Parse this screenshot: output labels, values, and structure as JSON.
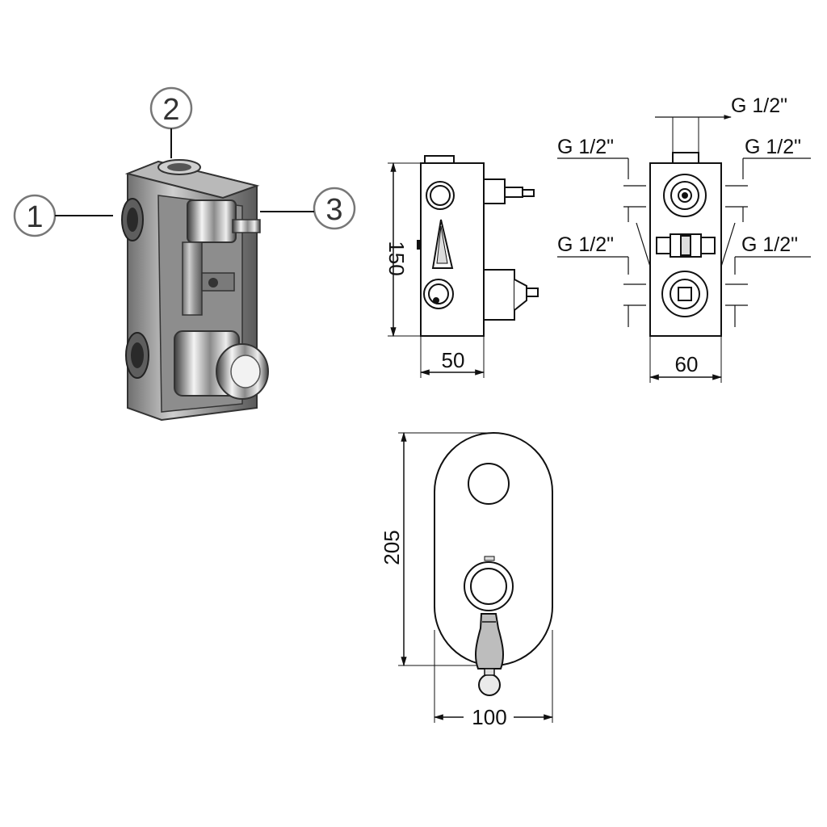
{
  "callouts": {
    "port_1": "1",
    "port_2": "2",
    "port_3": "3"
  },
  "side_view": {
    "height_label": "150",
    "depth_label": "50"
  },
  "rear_view": {
    "width_label": "60",
    "thread_top": "G 1/2\"",
    "thread_upper_left": "G 1/2\"",
    "thread_upper_right": "G 1/2\"",
    "thread_lower_left": "G 1/2\"",
    "thread_lower_right": "G 1/2\""
  },
  "plate_view": {
    "height_label": "205",
    "width_label": "100"
  },
  "colors": {
    "line": "#111111",
    "callout_ring": "#777777"
  }
}
